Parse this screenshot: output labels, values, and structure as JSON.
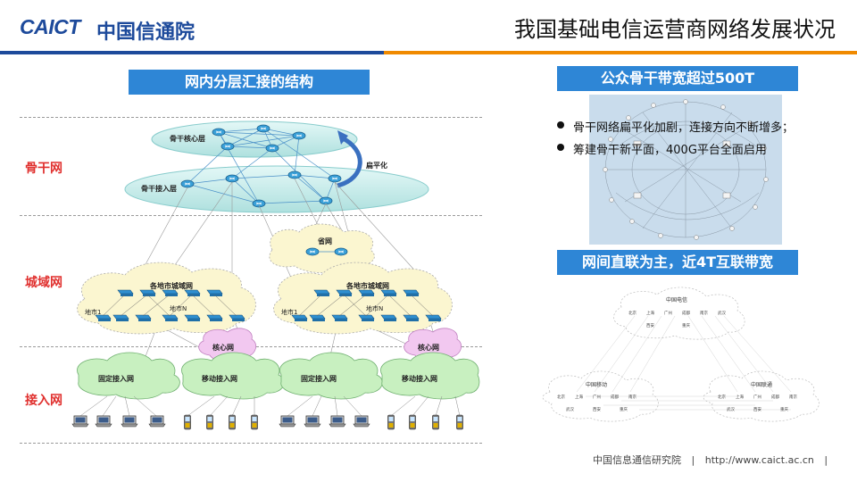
{
  "header": {
    "logo_latin": "CAICT",
    "logo_cn": "中国信通院",
    "title": "我国基础电信运营商网络发展状况"
  },
  "left": {
    "tag": "网内分层汇接的结构",
    "rows": [
      "骨干网",
      "城域网",
      "接入网"
    ],
    "backbone": {
      "core_layer": "骨干核心层",
      "access_layer": "骨干接入层",
      "flatten": "扁平化"
    },
    "metro": {
      "province": "省网",
      "city_metro": "各地市城域网",
      "city1": "地市1",
      "cityN": "地市N",
      "core": "核心网"
    },
    "access": {
      "fixed": "固定接入网",
      "mobile": "移动接入网"
    }
  },
  "right": {
    "tag1": "公众骨干带宽超过500T",
    "bullets": [
      "骨干网络扁平化加剧，连接方向不断增多；",
      "筹建骨干新平面，400G平台全面启用"
    ],
    "tag2": "网间直联为主，近4T互联带宽",
    "interconnect": {
      "telecom": "中国电信",
      "mobile": "中国移动",
      "unicom": "中国联通",
      "telecom_nodes": [
        "北京",
        "上海",
        "广州",
        "成都",
        "南京",
        "武汉",
        "西安",
        "重庆"
      ],
      "mobile_nodes": [
        "北京",
        "上海",
        "广州",
        "成都",
        "南京",
        "武汉",
        "西安",
        "重庆"
      ],
      "unicom_nodes": [
        "北京",
        "上海",
        "广州",
        "成都",
        "南京",
        "武汉",
        "西安",
        "重庆"
      ]
    }
  },
  "footer": {
    "org": "中国信息通信研究院",
    "sep": "|",
    "url": "http://www.caict.ac.cn",
    "sep2": "|"
  },
  "colors": {
    "brand_blue": "#1d4a9b",
    "accent_orange": "#f08a00",
    "tag_blue": "#2e86d6",
    "label_red": "#e0302e"
  }
}
